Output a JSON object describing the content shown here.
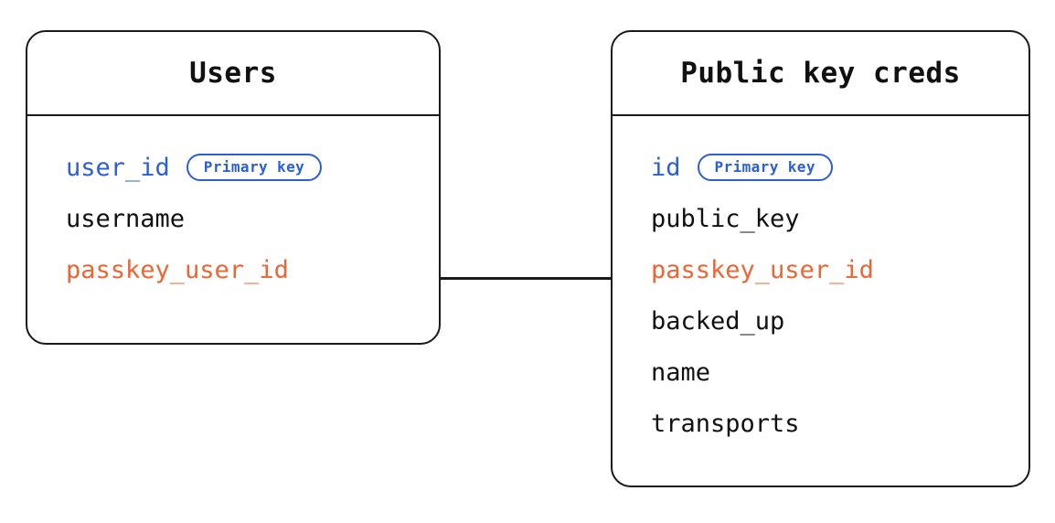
{
  "diagram": {
    "type": "entity-relationship-diagram",
    "background_color": "#ffffff",
    "colors": {
      "border": "#1a1a1a",
      "text": "#111111",
      "primary_key_blue": "#2b5fd9",
      "foreign_key_orange": "#ec6533",
      "connector": "#1a1a1a"
    },
    "entities": [
      {
        "id": "users",
        "title": "Users",
        "fields": [
          {
            "name": "user_id",
            "color": "accent-blue",
            "badge": "Primary key"
          },
          {
            "name": "username",
            "color": "accent-black",
            "badge": null
          },
          {
            "name": "passkey_user_id",
            "color": "accent-orange",
            "badge": null
          }
        ]
      },
      {
        "id": "public_key_creds",
        "title": "Public key creds",
        "fields": [
          {
            "name": "id",
            "color": "accent-blue",
            "badge": "Primary key"
          },
          {
            "name": "public_key",
            "color": "accent-black",
            "badge": null
          },
          {
            "name": "passkey_user_id",
            "color": "accent-orange",
            "badge": null
          },
          {
            "name": "backed_up",
            "color": "accent-black",
            "badge": null
          },
          {
            "name": "name",
            "color": "accent-black",
            "badge": null
          },
          {
            "name": "transports",
            "color": "accent-black",
            "badge": null
          }
        ]
      }
    ],
    "relationships": [
      {
        "from_entity": "users",
        "from_field": "passkey_user_id",
        "to_entity": "public_key_creds",
        "to_field": "passkey_user_id"
      }
    ]
  }
}
